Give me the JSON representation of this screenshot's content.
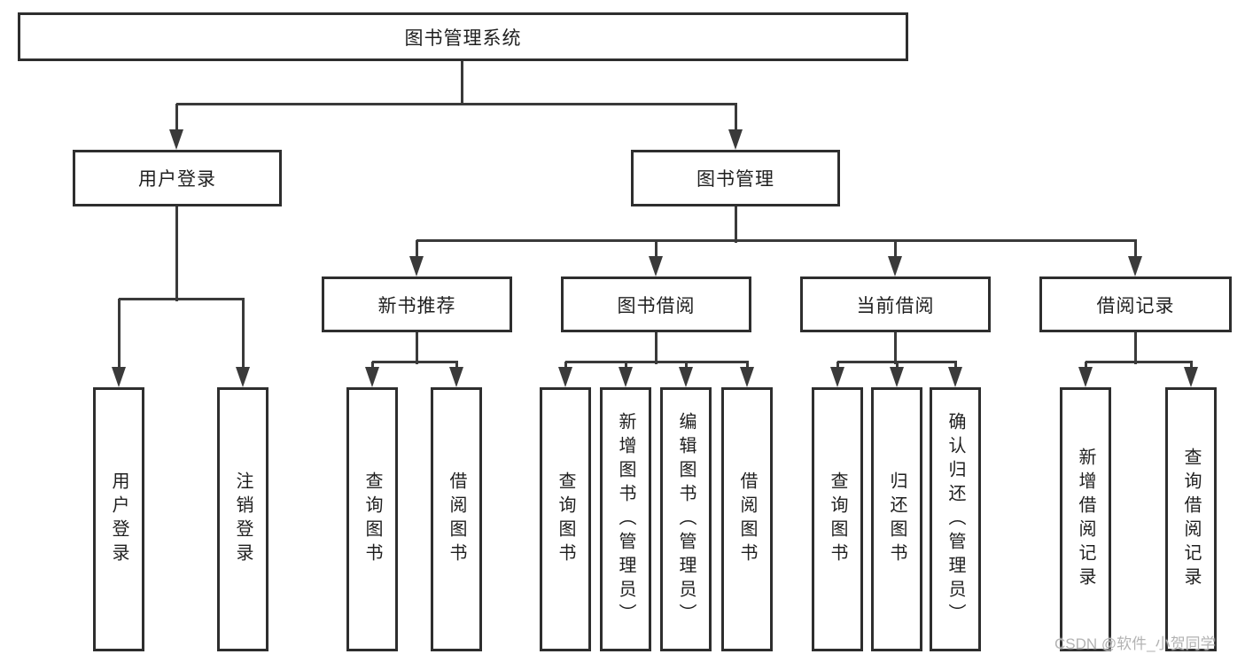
{
  "diagram": {
    "title": "图书管理系统",
    "watermark": "CSDN @软件_小贺同学",
    "colors": {
      "background": "#ffffff",
      "box_border": "#2e2e2e",
      "line": "#3a3a3a",
      "text": "#1f1f1f",
      "watermark": "#b3b3b3"
    }
  },
  "nodes": {
    "root": "图书管理系统",
    "user_login": "用户登录",
    "book_mgmt": "图书管理",
    "new_book_rec": "新书推荐",
    "book_borrow": "图书借阅",
    "current_borrow": "当前借阅",
    "borrow_records": "借阅记录",
    "leaf_user_login": "用户登录",
    "leaf_logout": "注销登录",
    "leaf_query_book_1": "查询图书",
    "leaf_borrow_book_1": "借阅图书",
    "leaf_query_book_2": "查询图书",
    "leaf_add_book": "新增图书（管理员）",
    "leaf_edit_book": "编辑图书（管理员）",
    "leaf_borrow_book_2": "借阅图书",
    "leaf_query_book_3": "查询图书",
    "leaf_return_book": "归还图书",
    "leaf_confirm_return": "确认归还（管理员）",
    "leaf_add_borrow_record": "新增借阅记录",
    "leaf_query_borrow_record": "查询借阅记录"
  },
  "hierarchy": {
    "root": [
      "user_login",
      "book_mgmt"
    ],
    "user_login": [
      "leaf_user_login",
      "leaf_logout"
    ],
    "book_mgmt": [
      "new_book_rec",
      "book_borrow",
      "current_borrow",
      "borrow_records"
    ],
    "new_book_rec": [
      "leaf_query_book_1",
      "leaf_borrow_book_1"
    ],
    "book_borrow": [
      "leaf_query_book_2",
      "leaf_add_book",
      "leaf_edit_book",
      "leaf_borrow_book_2"
    ],
    "current_borrow": [
      "leaf_query_book_3",
      "leaf_return_book",
      "leaf_confirm_return"
    ],
    "borrow_records": [
      "leaf_add_borrow_record",
      "leaf_query_borrow_record"
    ]
  }
}
